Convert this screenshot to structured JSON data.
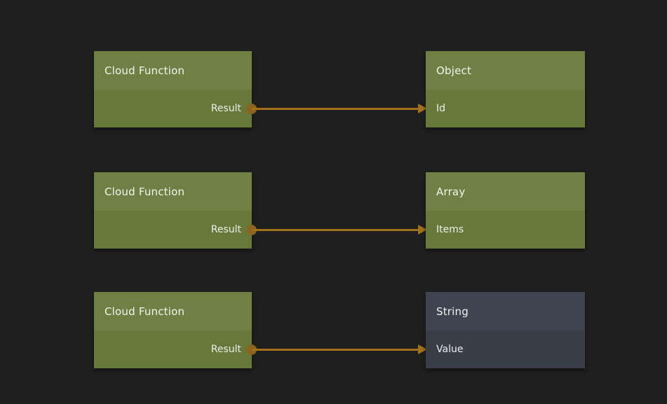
{
  "canvas": {
    "background": "#1f1f1f"
  },
  "colors": {
    "green_node_header": "#6f8044",
    "green_node_body": "#66783a",
    "slate_node_header": "#3f4450",
    "slate_node_body": "#393e49",
    "edge_line": "#a2701b",
    "port_dot": "#8a6420",
    "title_text": "#f2f4ed",
    "port_text": "#edefe8"
  },
  "icons": {
    "output_port_dot": "filled-circle",
    "arrowhead": "right-triangle"
  },
  "rows": [
    {
      "source": {
        "title": "Cloud Function",
        "output_port": "Result",
        "theme": "green"
      },
      "target": {
        "title": "Object",
        "input_port": "Id",
        "theme": "green"
      }
    },
    {
      "source": {
        "title": "Cloud Function",
        "output_port": "Result",
        "theme": "green"
      },
      "target": {
        "title": "Array",
        "input_port": "Items",
        "theme": "green"
      }
    },
    {
      "source": {
        "title": "Cloud Function",
        "output_port": "Result",
        "theme": "green"
      },
      "target": {
        "title": "String",
        "input_port": "Value",
        "theme": "slate"
      }
    }
  ],
  "edges": [
    {
      "from": "Cloud Function.Result",
      "to": "Object.Id"
    },
    {
      "from": "Cloud Function.Result",
      "to": "Array.Items"
    },
    {
      "from": "Cloud Function.Result",
      "to": "String.Value"
    }
  ]
}
